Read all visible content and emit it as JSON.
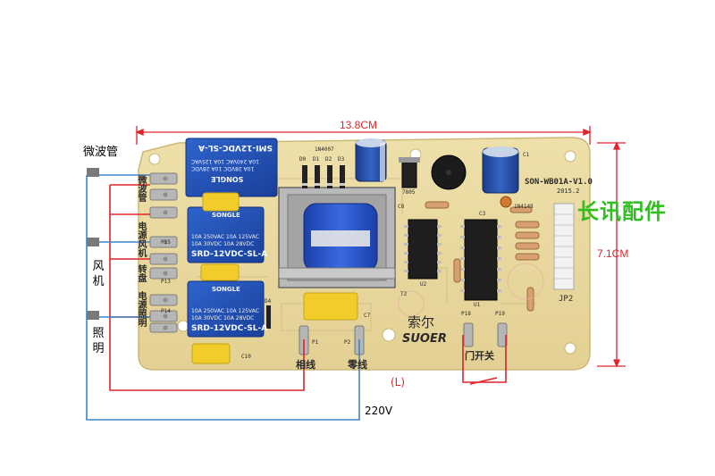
{
  "dimensions": {
    "width_label": "13.8CM",
    "height_label": "7.1CM"
  },
  "side_labels": {
    "microwave": "微波管",
    "fan_left": "风",
    "fan_right": "机",
    "light_left": "照",
    "light_right": "明"
  },
  "bottom_labels": {
    "live_line": "(L)",
    "voltage": "220V"
  },
  "pcb": {
    "model": "SON-WB01A-V1.0",
    "year": "2015.2",
    "brand_cn": "索尔",
    "brand_en": "SUOER",
    "diode_label": "1N4007",
    "diode_labels": [
      "D0",
      "D1",
      "D2",
      "D3",
      "D4"
    ],
    "q_label": "1N4148",
    "jp_label": "JP2",
    "t2_label": "T2",
    "u1_label": "U1",
    "u2_label": "U2",
    "c_labels": [
      "C7",
      "C10",
      "C8",
      "C3",
      "C1"
    ],
    "p_labels": [
      "P15",
      "P13",
      "P14",
      "P1",
      "P2",
      "P18",
      "P19"
    ],
    "silk_left": [
      "微波管",
      "电源风机",
      "转盘",
      "电源照明"
    ],
    "terminal_live": "相线",
    "terminal_neutral": "零线",
    "door_switch": "门开关",
    "reg_label": "7805"
  },
  "relays": {
    "top": {
      "model": "SMI-12VDC-SL-A",
      "brand": "SONGLE",
      "ratings": [
        "10A 240VAC 10A 125VAC",
        "10A 28VDC 10A 28VDC"
      ]
    },
    "mid": {
      "model": "SRD-12VDC-SL-A",
      "brand": "SONGLE",
      "ratings": [
        "10A 250VAC 10A 125VAC",
        "10A 30VDC 10A 28VDC"
      ]
    },
    "bot": {
      "model": "SRD-12VDC-SL-A",
      "brand": "SONGLE",
      "ratings": [
        "10A 250VAC 10A 125VAC",
        "10A 30VDC 10A 28VDC"
      ]
    }
  },
  "watermark": "长讯配件",
  "colors": {
    "pcb": "#e9d9a0",
    "relay_blue": "#1f4fb5",
    "dimension_red": "#e0242a",
    "wire_red": "#e0242a",
    "wire_blue": "#3d86c8",
    "watermark_green": "#2fbf1f"
  }
}
